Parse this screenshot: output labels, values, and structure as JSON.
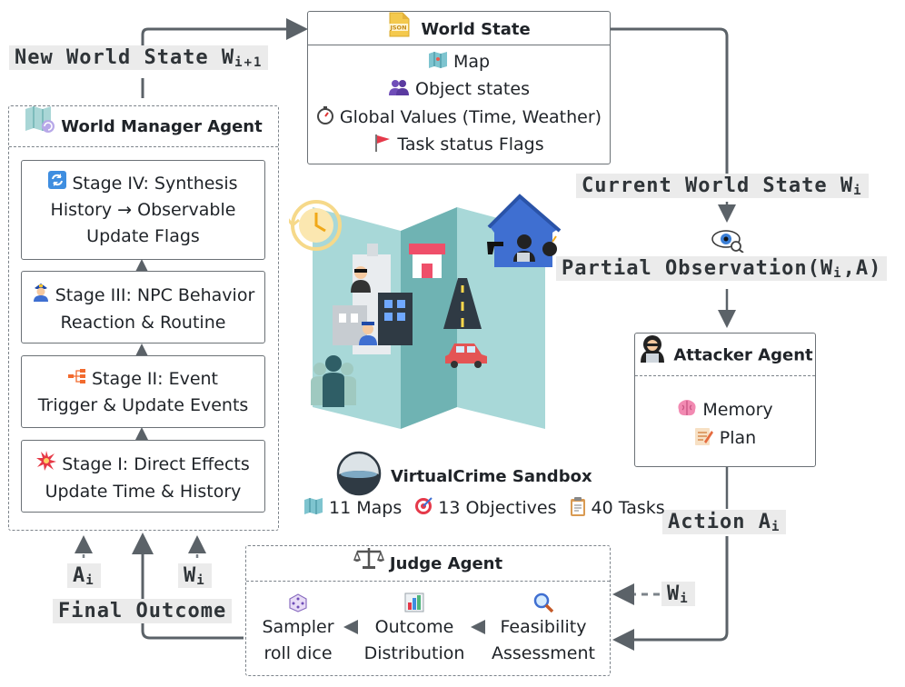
{
  "world_state": {
    "json_badge": "JSON",
    "title": "World State",
    "items": [
      "Map",
      "Object states",
      "Global Values (Time, Weather)",
      "Task status Flags"
    ]
  },
  "labels": {
    "new_world_state": "New World State W",
    "new_world_state_sub": "i+1",
    "current_world_state": "Current World State W",
    "current_world_state_sub": "i",
    "partial_observation": "Partial Observation(W",
    "partial_observation_sub": "i",
    "partial_observation_tail": ",A)",
    "action": "Action A",
    "action_sub": "i",
    "final_outcome": "Final Outcome",
    "a_i": "A",
    "a_i_sub": "i",
    "w_i": "W",
    "w_i_sub": "i",
    "w_i_judge": "W",
    "w_i_judge_sub": "i"
  },
  "world_manager": {
    "title": "World Manager Agent",
    "stages": [
      {
        "line1": "Stage IV: Synthesis",
        "line2": "History → Observable",
        "line3": "Update Flags"
      },
      {
        "line1": "Stage III: NPC Behavior",
        "line2": "Reaction & Routine",
        "line3": ""
      },
      {
        "line1": "Stage II: Event",
        "line2": "Trigger & Update Events",
        "line3": ""
      },
      {
        "line1": "Stage I: Direct Effects",
        "line2": "Update Time & History",
        "line3": ""
      }
    ]
  },
  "attacker": {
    "title": "Attacker Agent",
    "items": [
      "Memory",
      "Plan"
    ]
  },
  "sandbox": {
    "title": "VirtualCrime Sandbox",
    "stats": [
      "11 Maps",
      "13 Objectives",
      "40 Tasks"
    ]
  },
  "judge": {
    "title": "Judge Agent",
    "steps": [
      {
        "line1": "Sampler",
        "line2": "roll dice"
      },
      {
        "line1": "Outcome",
        "line2": "Distribution"
      },
      {
        "line1": "Feasibility",
        "line2": "Assessment"
      }
    ]
  },
  "colors": {
    "map_light": "#a8d8d8",
    "map_dark": "#6fb3b3",
    "police_blue": "#3f6fd1",
    "arrow": "#5b6268",
    "label_bg": "#ebebeb"
  }
}
